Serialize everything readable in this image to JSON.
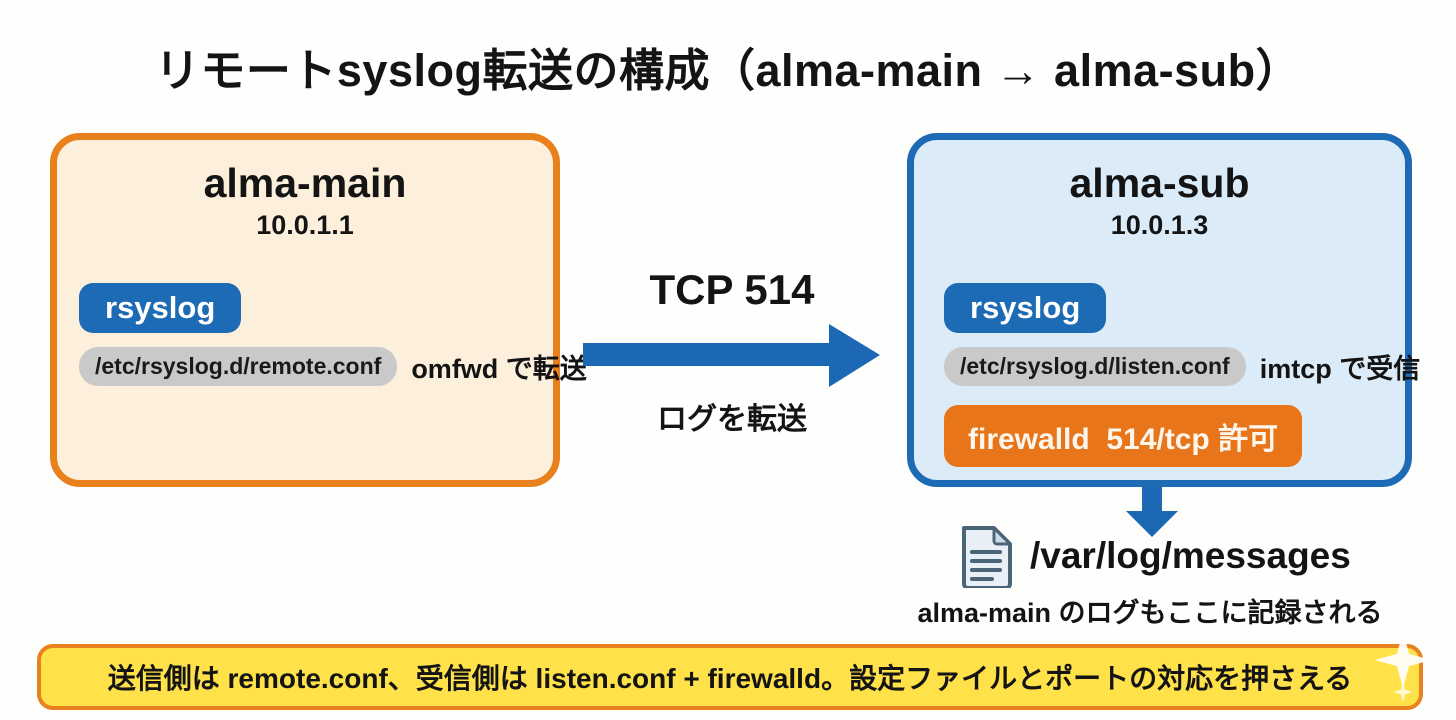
{
  "title": "リモートsyslog転送の構成（alma-main → alma-sub）",
  "nodes": {
    "main": {
      "name": "alma-main",
      "ip": "10.0.1.1",
      "service": "rsyslog",
      "config_file": "/etc/rsyslog.d/remote.conf",
      "config_note": "omfwd で転送"
    },
    "sub": {
      "name": "alma-sub",
      "ip": "10.0.1.3",
      "service": "rsyslog",
      "config_file": "/etc/rsyslog.d/listen.conf",
      "config_note": "imtcp で受信",
      "firewall": "firewalld  514/tcp 許可"
    }
  },
  "flow": {
    "protocol": "TCP 514",
    "label": "ログを転送"
  },
  "log_output": {
    "path": "/var/log/messages",
    "caption": "alma-main のログもここに記録される",
    "icon": "document-icon"
  },
  "footer": {
    "note": "送信側は remote.conf、受信側は listen.conf + firewalld。設定ファイルとポートの対応を押さえる",
    "icon": "sparkle-icon"
  },
  "colors": {
    "accent_blue": "#1d6ab5",
    "accent_orange": "#e8801c",
    "firewall_orange": "#e8751a",
    "node_main_fill": "#fcefdc",
    "node_sub_fill": "#dcebf8",
    "pill_gray": "#c9c9c9",
    "banner_yellow": "#ffe14a",
    "banner_border": "#e8821e"
  }
}
